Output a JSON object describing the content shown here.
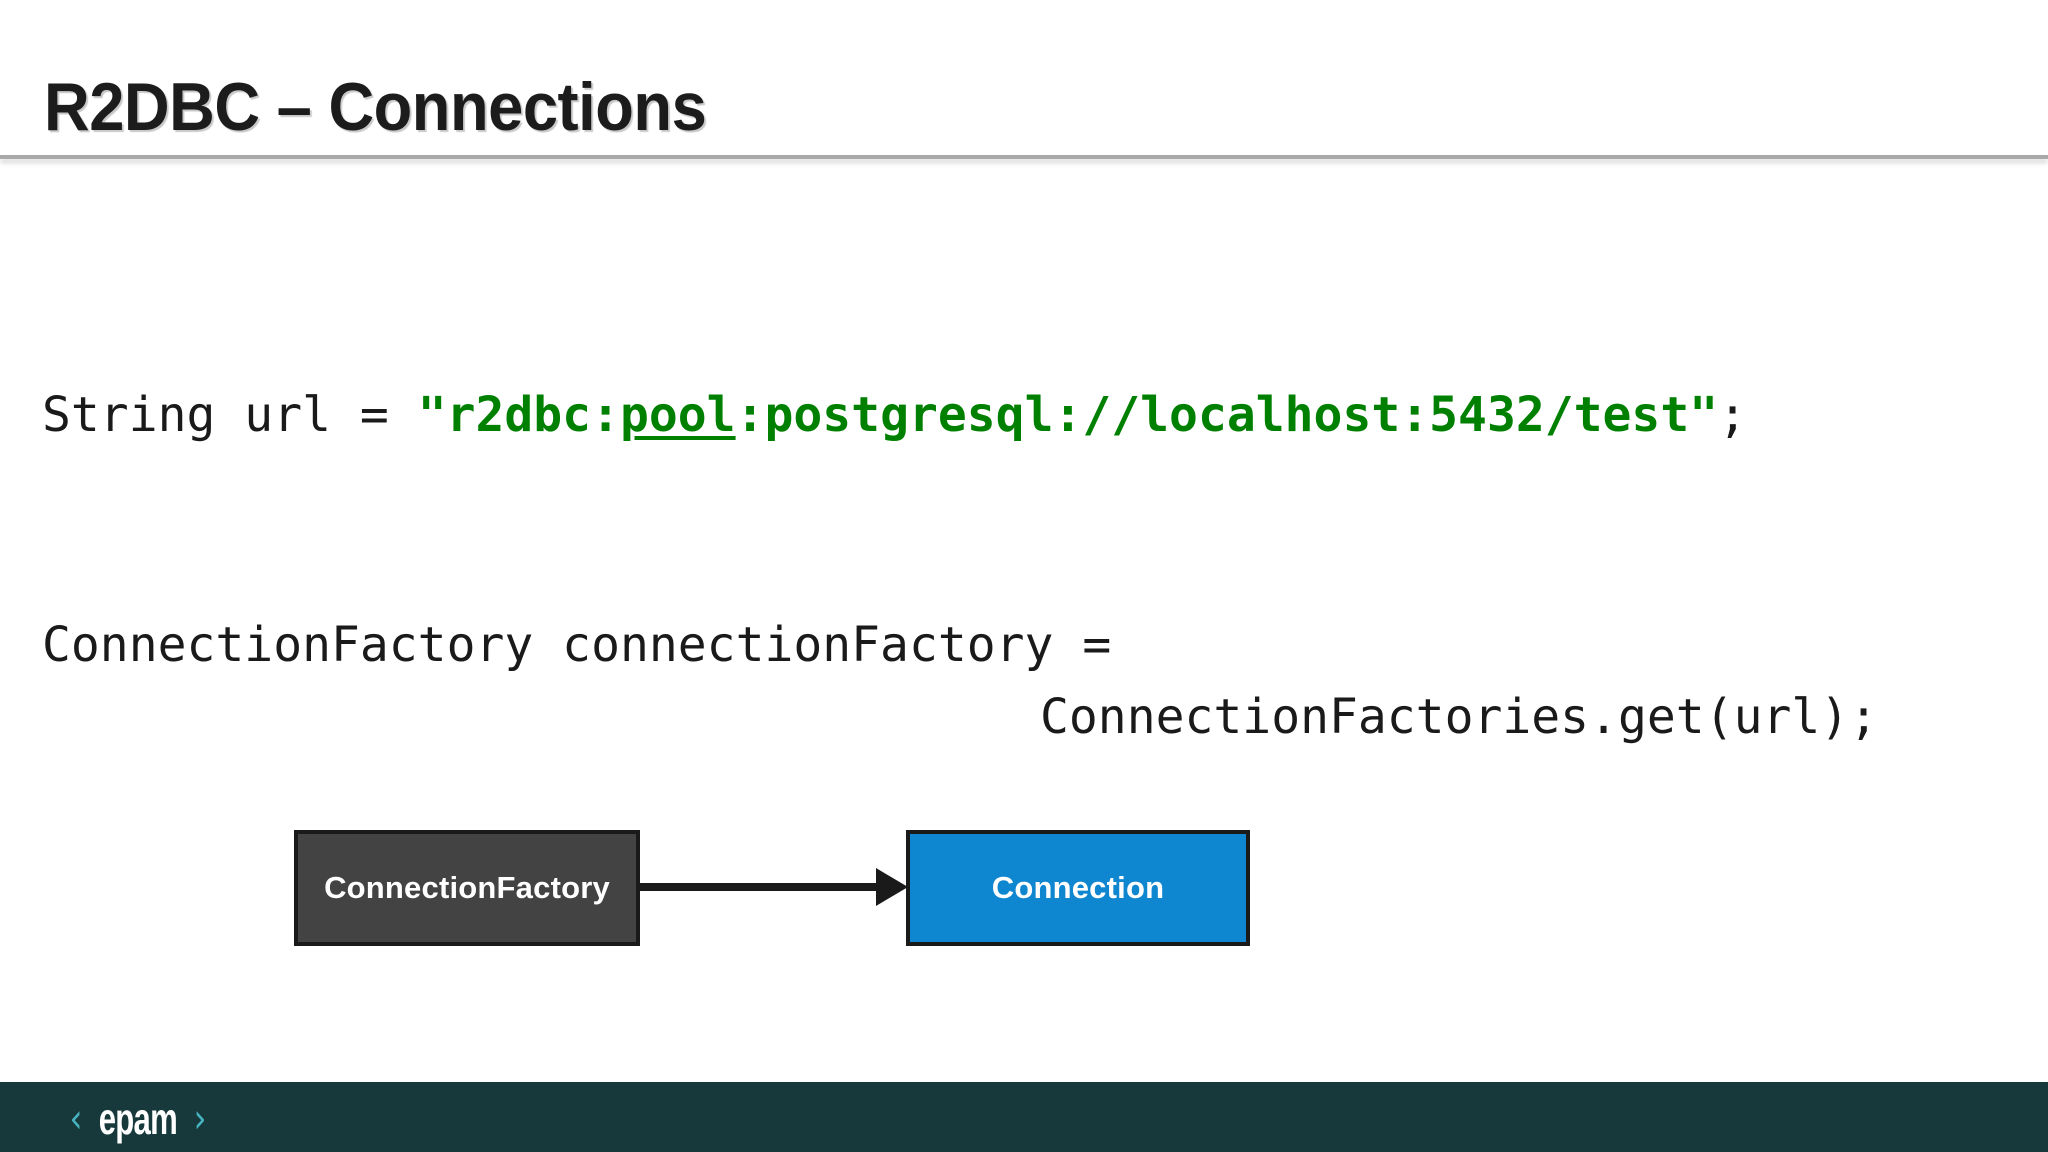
{
  "slide": {
    "title": "R2DBC – Connections",
    "background_color": "#ffffff",
    "divider_color": "#a9a9a9"
  },
  "code": {
    "line1": {
      "prefix": "String url = ",
      "string_open": "\"r2dbc:",
      "string_underlined": "pool",
      "string_rest": ":postgresql://localhost:5432/test\"",
      "suffix": ";",
      "string_color": "#008000",
      "text_color": "#1a1a1a"
    },
    "line2": "ConnectionFactory connectionFactory =",
    "line3": "ConnectionFactories.get(url);"
  },
  "diagram": {
    "nodes": [
      {
        "id": "connection-factory",
        "label": "ConnectionFactory",
        "fill": "#434343",
        "text_color": "#ffffff",
        "border_color": "#1a1a1a"
      },
      {
        "id": "connection",
        "label": "Connection",
        "fill": "#0e86d0",
        "text_color": "#ffffff",
        "border_color": "#1a1a1a"
      }
    ],
    "edge": {
      "from": "connection-factory",
      "to": "connection",
      "color": "#1a1a1a",
      "style": "solid-arrow"
    }
  },
  "footer": {
    "background_color": "#17393b",
    "logo": {
      "left_bracket": "‹",
      "word": "epam",
      "right_bracket": "›",
      "bracket_color": "#47b5c1",
      "word_color": "#ffffff"
    }
  }
}
